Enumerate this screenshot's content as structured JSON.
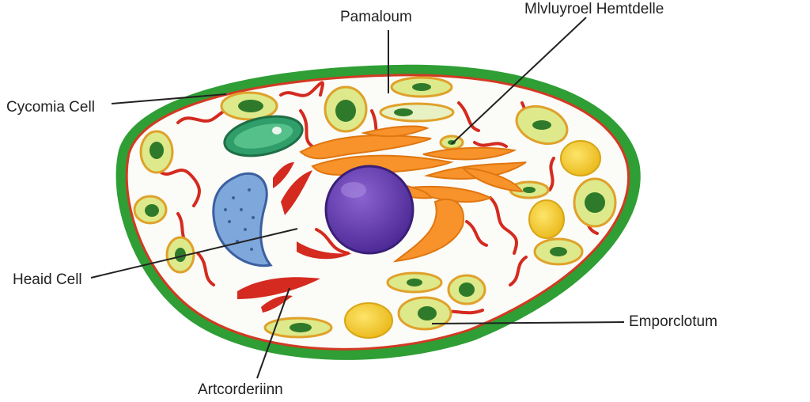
{
  "labels": {
    "top_center": "Pamaloum",
    "top_right": "Mlvluyroel Hemtdelle",
    "left_upper": "Cycomia Cell",
    "left_lower": "Heaid Cell",
    "right_lower": "Emporclotum",
    "bottom": "Artcorderiinn"
  },
  "colors": {
    "cell_wall": "#2f9e35",
    "membrane": "#d23a22",
    "cytoplasm": "#fbfbf8",
    "nucleus": "#6a3fb2",
    "golgi": "#f7932a",
    "er": "#d42a1f",
    "vacuole": "#7ea7db",
    "chloroplast_fill": "#dde98a",
    "chloroplast_grana": "#2f7a2a",
    "yellow_vesicle": "#f5d22a",
    "leader_line": "#222222"
  }
}
